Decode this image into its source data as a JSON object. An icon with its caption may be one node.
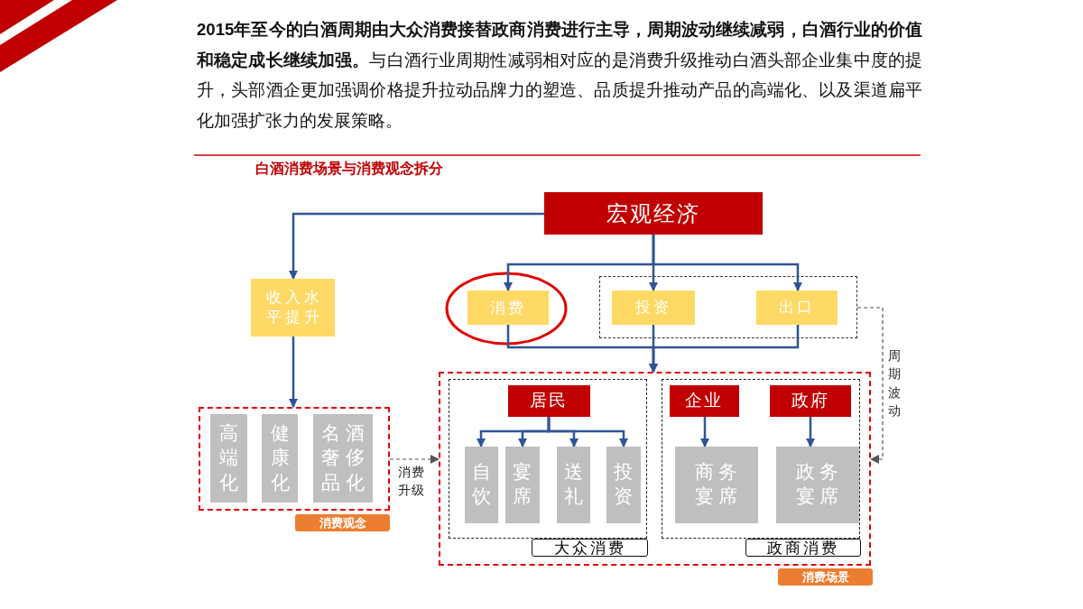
{
  "diagram": {
    "title": "白酒消费场景与消费观念拆分",
    "nodes": [
      {
        "text": [
          "宏观经济"
        ]
      },
      {
        "text": [
          "收入水平提升"
        ]
      },
      {
        "text": [
          "消费"
        ]
      },
      {
        "text": [],
        "shape": "box"
      },
      {
        "text": [
          "投资"
        ],
        "in": 3
      },
      {
        "text": [
          "出口"
        ],
        "in": 3
      },
      {
        "text": [
          "消费观念"
        ]
      },
      {
        "text": [
          "高端化"
        ],
        "in": 6
      },
      {
        "text": [
          "健康化"
        ],
        "in": 6
      },
      {
        "text": [
          "名酒奢侈品化"
        ],
        "in": 6
      },
      {
        "text": [
          "消费场景"
        ]
      },
      {
        "text": [
          "大众消费"
        ],
        "in": 10
      },
      {
        "text": [
          "居民"
        ],
        "in": 11
      },
      {
        "text": [
          "自饮"
        ],
        "in": 11
      },
      {
        "text": [
          "宴席"
        ],
        "in": 11
      },
      {
        "text": [
          "送礼"
        ],
        "in": 11
      },
      {
        "text": [
          "投资"
        ],
        "in": 11
      },
      {
        "text": [
          "政商消费"
        ],
        "in": 10
      },
      {
        "text": [
          "企业"
        ],
        "in": 17
      },
      {
        "text": [
          "政府"
        ],
        "in": 17
      },
      {
        "text": [
          "商务宴席"
        ],
        "in": 17
      },
      {
        "text": [
          "政务宴席"
        ],
        "in": 17
      }
    ],
    "edges": [
      {
        "from": 0,
        "to": 1,
        "arrow": "to"
      },
      {
        "from": 0,
        "to": 2,
        "arrow": "to"
      },
      {
        "from": 0,
        "to": 4,
        "arrow": "to"
      },
      {
        "from": 0,
        "to": 5,
        "arrow": "to"
      },
      {
        "from": 2,
        "to": 10,
        "arrow": "to"
      },
      {
        "from": 4,
        "to": 10,
        "arrow": "to"
      },
      {
        "from": 5,
        "to": 10,
        "arrow": "to"
      },
      {
        "from": 1,
        "to": 6,
        "arrow": "to"
      },
      {
        "from": 12,
        "to": 13,
        "arrow": "to"
      },
      {
        "from": 12,
        "to": 14,
        "arrow": "to"
      },
      {
        "from": 12,
        "to": 15,
        "arrow": "to"
      },
      {
        "from": 12,
        "to": 16,
        "arrow": "to"
      },
      {
        "from": 18,
        "to": 20,
        "arrow": "to"
      },
      {
        "from": 19,
        "to": 21,
        "arrow": "to"
      },
      {
        "from": 6,
        "to": 10,
        "arrow": "to",
        "label": "消费升级",
        "style": "dashed",
        "color": "#555555"
      },
      {
        "from": 3,
        "to": 10,
        "arrow": "to",
        "label": "周期波动",
        "style": "dashed",
        "color": "#555555"
      }
    ],
    "labels": [
      "**2015年至今的白酒周期由大众消费接替政商消费进行主导，周期波动继续减弱，白酒行业的价值和稳定成长继续加强。**与白酒行业周期性减弱相对应的是消费升级推动白酒头部企业集中度的提升，头部酒企更加强调价格提升拉动品牌力的塑造、品质提升推动产品的高端化、以及渠道扁平化加强扩张力的发展策略。"
    ]
  }
}
